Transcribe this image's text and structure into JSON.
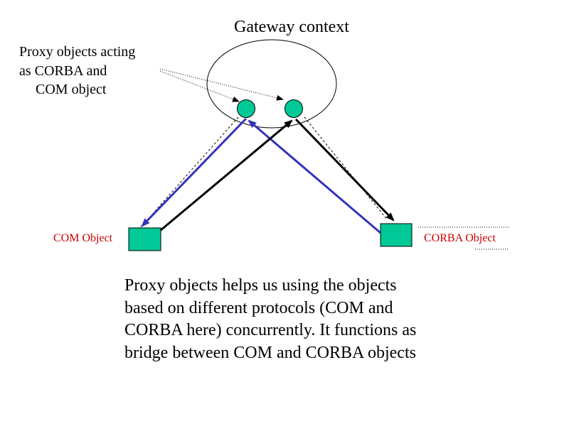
{
  "title": "Gateway context",
  "proxy_label": {
    "line1": "Proxy objects acting",
    "line2": "as CORBA and",
    "line3": "COM object"
  },
  "com_object_label": "COM Object",
  "corba_object_label": "CORBA Object",
  "caption": {
    "line1": "Proxy objects helps us using the objects",
    "line2": "based on different protocols (COM and",
    "line3": "CORBA here) concurrently. It functions as",
    "line4": "bridge between COM and CORBA objects"
  },
  "colors": {
    "node_fill": "#00c896",
    "object_label": "#cc0000",
    "blue_arrow": "#3333bb",
    "black_arrow": "#000000"
  }
}
